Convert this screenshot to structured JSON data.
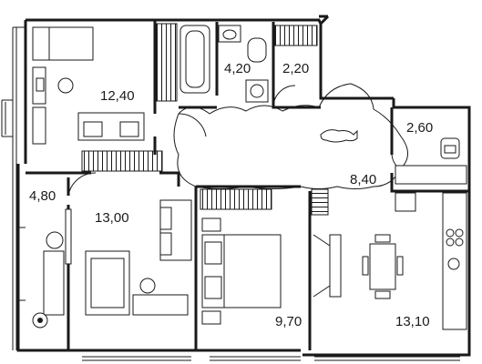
{
  "rooms": {
    "bedroom_top_left": "12,40",
    "bathroom": "4,20",
    "wc": "2,20",
    "laundry": "2,60",
    "hall": "8,40",
    "entry": "4,80",
    "living_room": "13,00",
    "bedroom_master": "9,70",
    "kitchen": "13,10"
  },
  "colors": {
    "line": "#1a1a1a",
    "background": "#ffffff"
  }
}
